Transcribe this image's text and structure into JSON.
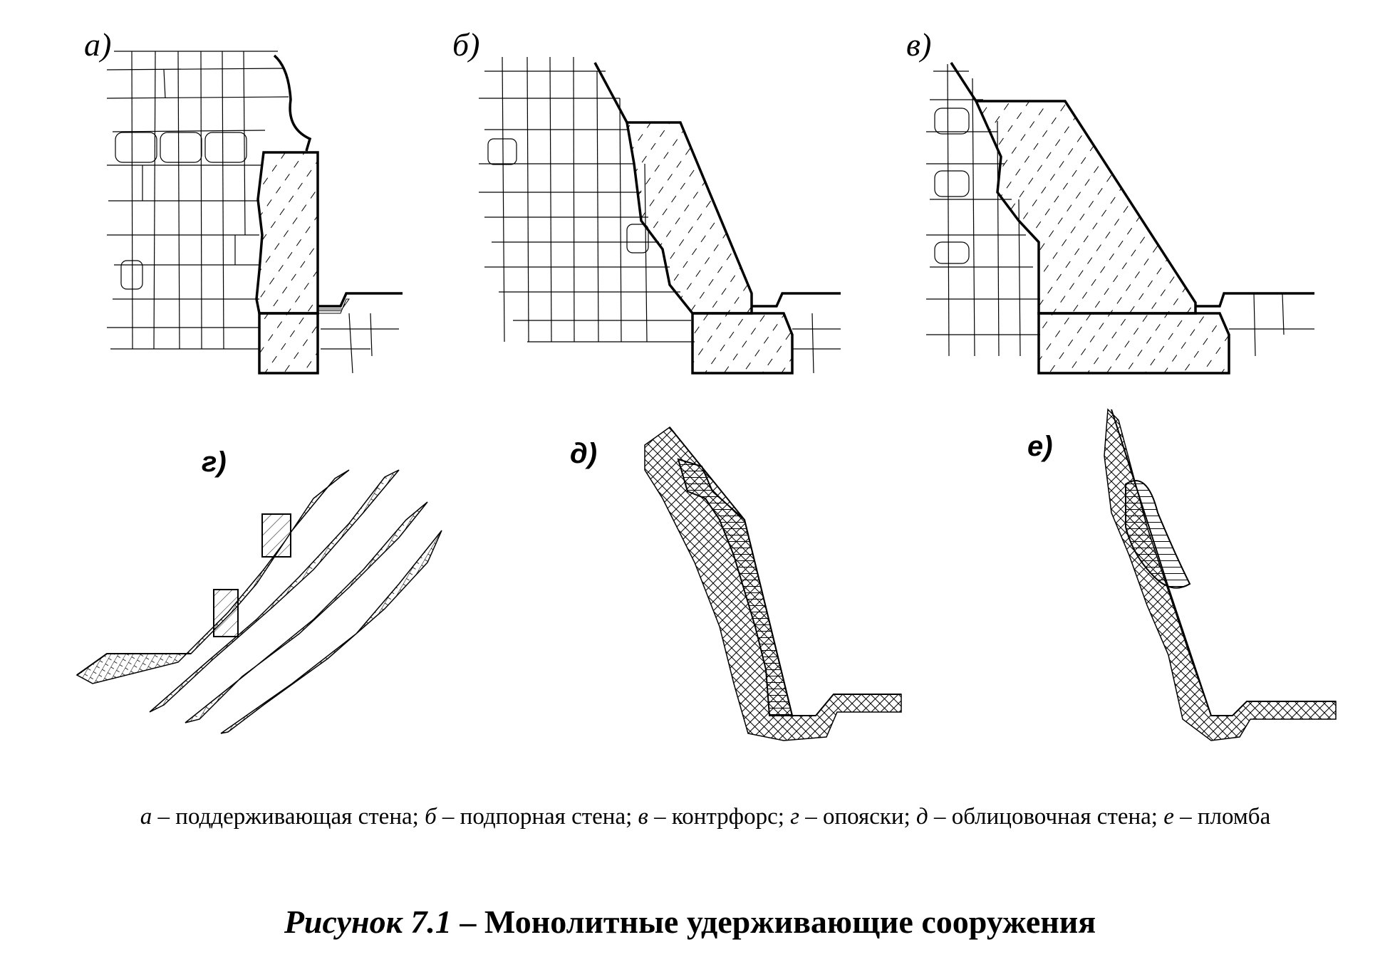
{
  "panels": {
    "a": {
      "label": "а)"
    },
    "b": {
      "label": "б)"
    },
    "v": {
      "label": "в)"
    },
    "g": {
      "label": "г)"
    },
    "d": {
      "label": "д)"
    },
    "e": {
      "label": "е)"
    }
  },
  "legend": {
    "items": [
      {
        "letter": "а",
        "text": " – поддерживающая стена; "
      },
      {
        "letter": "б",
        "text": " – подпорная стена; "
      },
      {
        "letter": "в",
        "text": " – контрфорс; "
      },
      {
        "letter": "г",
        "text": " – опояски; "
      },
      {
        "letter": "д",
        "text": " – облицовочная стена; "
      },
      {
        "letter": "е",
        "text": " – пломба"
      }
    ]
  },
  "title": {
    "prefix": "Рисунок 7.1",
    "text": " – Монолитные удерживающие сооружения"
  }
}
